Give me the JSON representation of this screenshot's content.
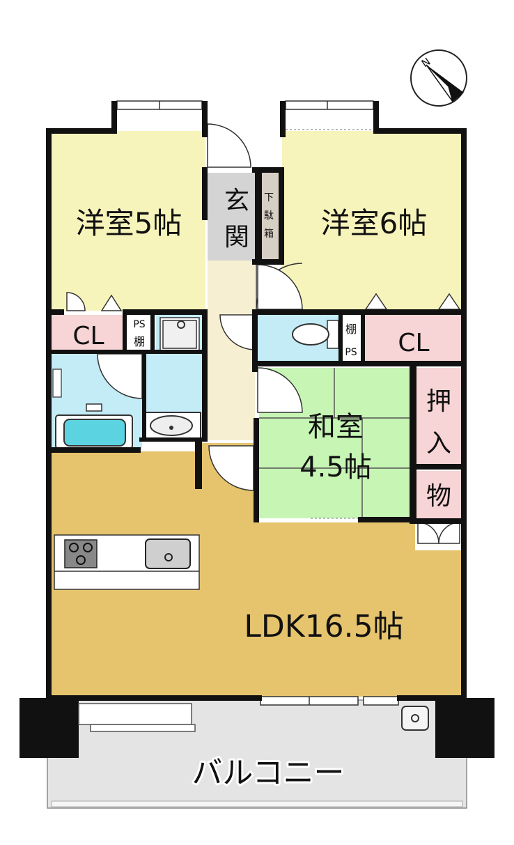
{
  "rooms": {
    "western_room_5": "洋室5帖",
    "western_room_6": "洋室6帖",
    "entrance": "玄関",
    "shoe_box": [
      "下",
      "駄",
      "箱"
    ],
    "closet_left": "CL",
    "closet_right": "CL",
    "ps_left": "PS",
    "shelf_left": "棚",
    "shelf_right": "棚",
    "ps_right": "PS",
    "japanese_room_line1": "和室",
    "japanese_room_line2": "4.5帖",
    "storage_1": "押",
    "storage_2": "入",
    "storage_3": "物",
    "ldk": "LDK16.5帖",
    "balcony": "バルコニー"
  },
  "compass": {
    "north_label": "N"
  },
  "colors": {
    "yellow_room": "#f7f4bb",
    "wet_area": "#c4ecf6",
    "closet": "#f7d4d6",
    "tatami": "#c6f5b4",
    "ldk_floor": "#e6c46e",
    "hallway": "#f6efd2",
    "entrance_floor": "#d4d4d4",
    "balcony": "#e4e4e4",
    "wall": "#111111"
  }
}
